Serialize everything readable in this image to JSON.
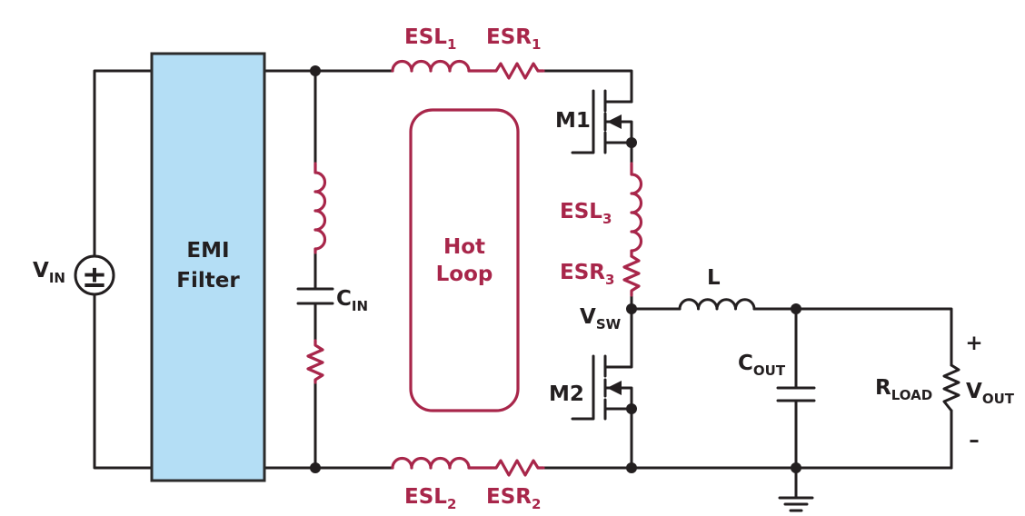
{
  "colors": {
    "wire": "#231f20",
    "parasitic": "#a8264a",
    "filter_fill": "#b4def5",
    "filter_stroke": "#2b2b2b"
  },
  "labels": {
    "vin": {
      "main": "V",
      "sub": "IN"
    },
    "filter_line1": "EMI",
    "filter_line2": "Filter",
    "cin": {
      "main": "C",
      "sub": "IN"
    },
    "hot_loop_line1": "Hot",
    "hot_loop_line2": "Loop",
    "esl1": {
      "main": "ESL",
      "sub": "1"
    },
    "esr1": {
      "main": "ESR",
      "sub": "1"
    },
    "esl2": {
      "main": "ESL",
      "sub": "2"
    },
    "esr2": {
      "main": "ESR",
      "sub": "2"
    },
    "esl3": {
      "main": "ESL",
      "sub": "3"
    },
    "esr3": {
      "main": "ESR",
      "sub": "3"
    },
    "m1": "M1",
    "m2": "M2",
    "vsw": {
      "main": "V",
      "sub": "SW"
    },
    "inductor": "L",
    "cout": {
      "main": "C",
      "sub": "OUT"
    },
    "rload": {
      "main": "R",
      "sub": "LOAD"
    },
    "vout": {
      "main": "V",
      "sub": "OUT"
    },
    "plus": "+",
    "minus": "–",
    "source_symbol": "±"
  }
}
